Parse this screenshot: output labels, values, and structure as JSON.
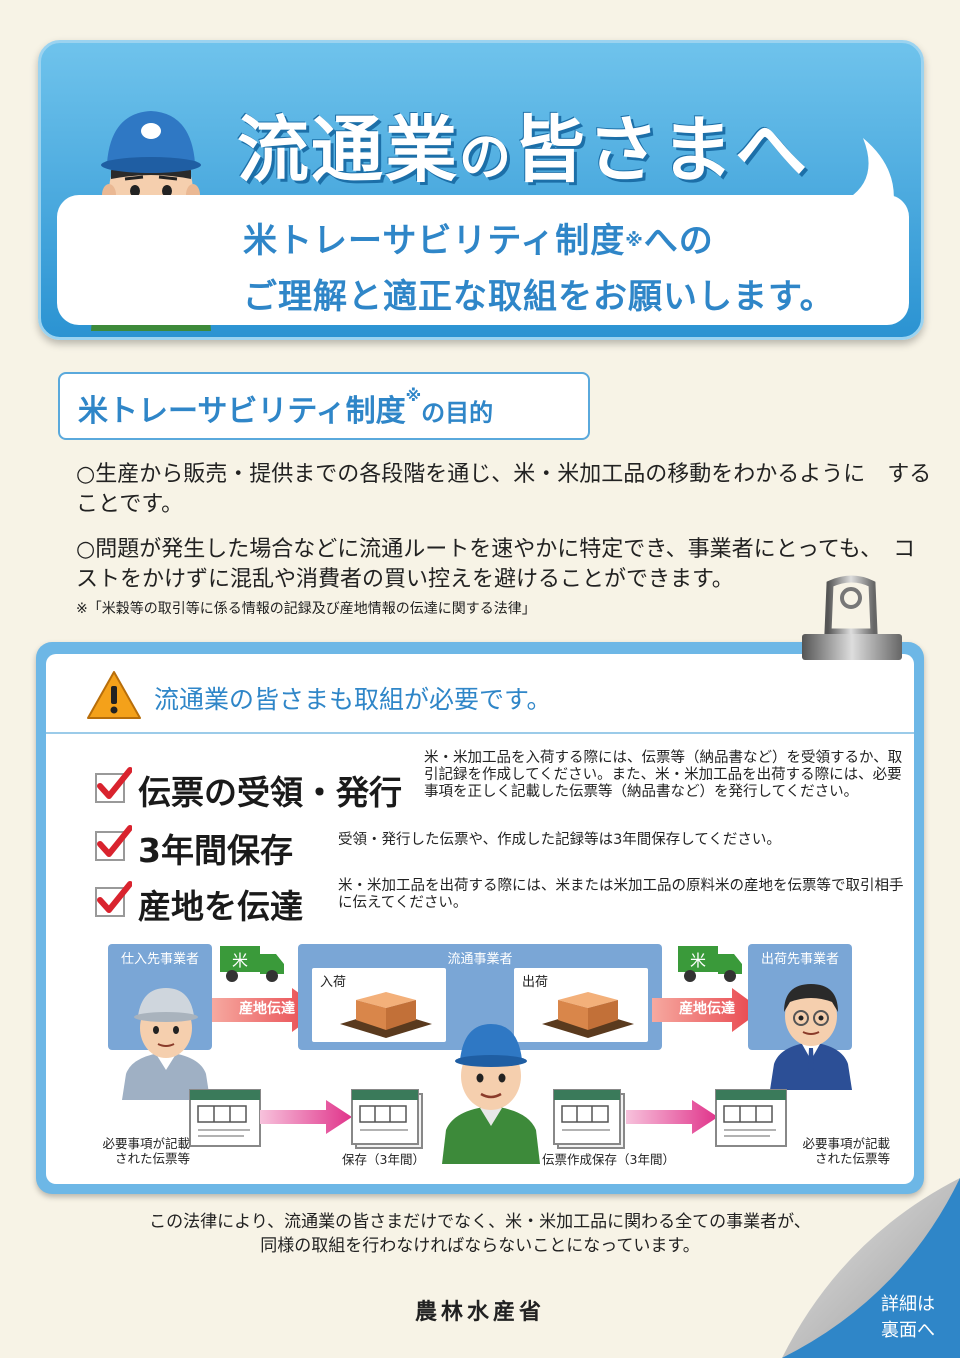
{
  "header": {
    "title_main": "流通業",
    "title_no": "の",
    "title_rest": "皆さま",
    "title_he": "へ",
    "subtitle_line1": "米トレーサビリティ制度",
    "subtitle_mark": "※",
    "subtitle_line1_tail": "への",
    "subtitle_line2": "ご理解と適正な取組をお願いします。"
  },
  "purpose": {
    "title": "米トレーサビリティ制度",
    "title_mark": "※",
    "title_tail": "の目的",
    "paragraph1": "○生産から販売・提供までの各段階を通じ、米・米加工品の移動をわかるように　することです。",
    "paragraph2": "○問題が発生した場合などに流通ルートを速やかに特定でき、事業者にとっても、　コストをかけずに混乱や消費者の買い控えを避けることができます。",
    "footnote": "※「米穀等の取引等に係る情報の記録及び産地情報の伝達に関する法律」"
  },
  "board": {
    "heading": "流通業の皆さまも取組が必要です。",
    "requirements": [
      {
        "title": "伝票の受領・発行",
        "desc": "米・米加工品を入荷する際には、伝票等（納品書など）を受領するか、取引記録を作成してください。また、米・米加工品を出荷する際には、必要事項を正しく記載した伝票等（納品書など）を発行してください。"
      },
      {
        "title": "3年間保存",
        "desc": "受領・発行した伝票や、作成した記録等は3年間保存してください。"
      },
      {
        "title": "産地を伝達",
        "desc": "米・米加工品を出荷する際には、米または米加工品の原料米の産地を伝票等で取引相手に伝えてください。"
      }
    ]
  },
  "flow": {
    "supplier": "仕入先事業者",
    "distributor": "流通事業者",
    "receiving": "入荷",
    "shipping": "出荷",
    "customer": "出荷先事業者",
    "arrow_left": "産地伝達",
    "arrow_right": "産地伝達",
    "truck_mark": "米",
    "caption_left_1": "必要事項が記載",
    "caption_left_2": "された伝票等",
    "caption_store": "保存（3年間）",
    "caption_create": "伝票作成保存（3年間）",
    "caption_right_1": "必要事項が記載",
    "caption_right_2": "された伝票等"
  },
  "closing": {
    "line1": "この法律により、流通業の皆さまだけでなく、米・米加工品に関わる全ての事業者が、",
    "line2": "同様の取組を行わなければならないことになっています。"
  },
  "ministry": "農林水産省",
  "corner": {
    "line1": "詳細は",
    "line2": "裏面へ"
  },
  "colors": {
    "accent_blue": "#2f86c8",
    "banner_blue": "#2b93d2",
    "check_red": "#d9232e",
    "arrow_red": "#e8424a",
    "arrow_pink": "#e0338a"
  }
}
